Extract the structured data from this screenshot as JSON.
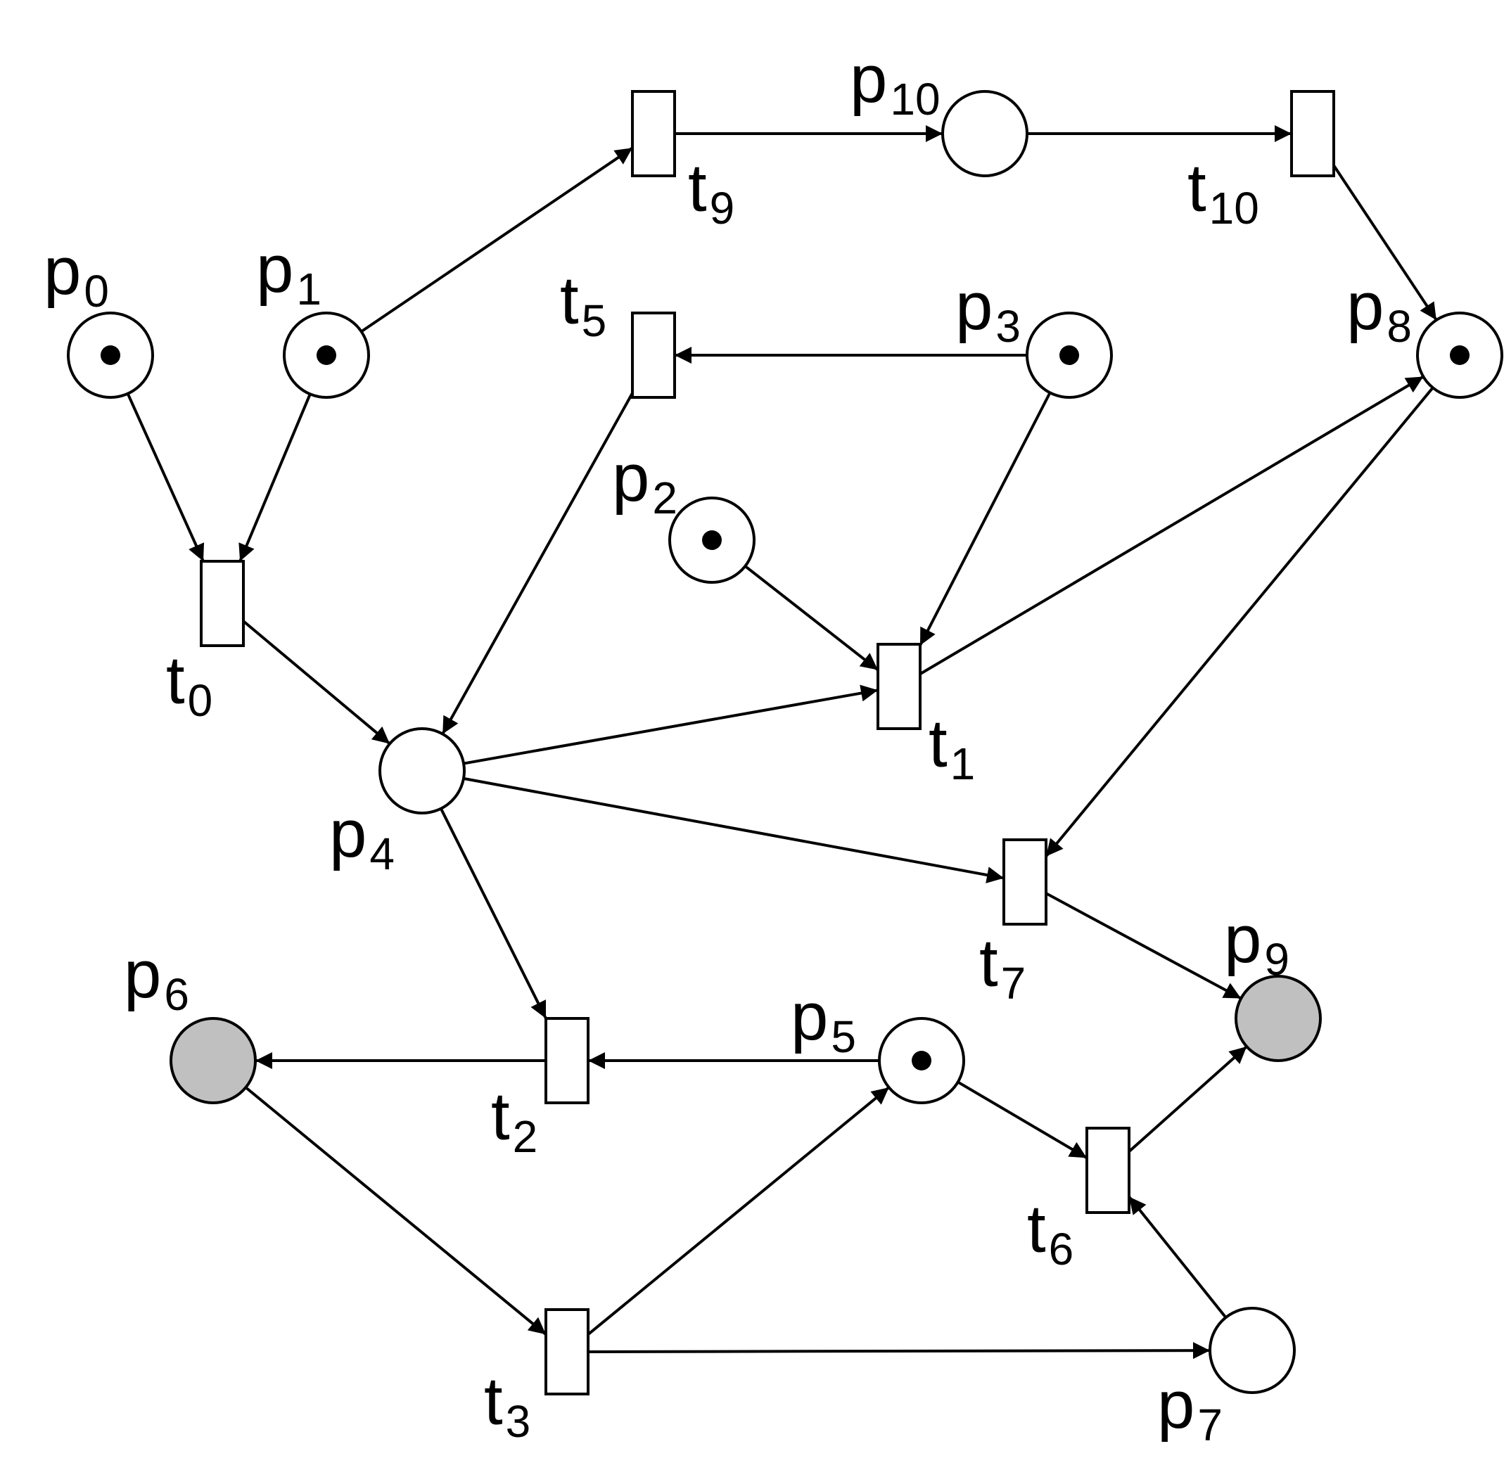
{
  "colors": {
    "stroke": "#000000",
    "place_fill": "#ffffff",
    "highlight_fill": "#c0c0c0",
    "token": "#000000"
  },
  "places": [
    {
      "id": "p0",
      "name": "p",
      "sub": "0",
      "token": true,
      "highlight": false
    },
    {
      "id": "p1",
      "name": "p",
      "sub": "1",
      "token": true,
      "highlight": false
    },
    {
      "id": "p2",
      "name": "p",
      "sub": "2",
      "token": true,
      "highlight": false
    },
    {
      "id": "p3",
      "name": "p",
      "sub": "3",
      "token": true,
      "highlight": false
    },
    {
      "id": "p4",
      "name": "p",
      "sub": "4",
      "token": false,
      "highlight": false
    },
    {
      "id": "p5",
      "name": "p",
      "sub": "5",
      "token": true,
      "highlight": false
    },
    {
      "id": "p6",
      "name": "p",
      "sub": "6",
      "token": false,
      "highlight": true
    },
    {
      "id": "p7",
      "name": "p",
      "sub": "7",
      "token": false,
      "highlight": false
    },
    {
      "id": "p8",
      "name": "p",
      "sub": "8",
      "token": true,
      "highlight": false
    },
    {
      "id": "p9",
      "name": "p",
      "sub": "9",
      "token": false,
      "highlight": true
    },
    {
      "id": "p10",
      "name": "p",
      "sub": "10",
      "token": false,
      "highlight": false
    }
  ],
  "transitions": [
    {
      "id": "t0",
      "name": "t",
      "sub": "0"
    },
    {
      "id": "t1",
      "name": "t",
      "sub": "1"
    },
    {
      "id": "t2",
      "name": "t",
      "sub": "2"
    },
    {
      "id": "t3",
      "name": "t",
      "sub": "3"
    },
    {
      "id": "t5",
      "name": "t",
      "sub": "5"
    },
    {
      "id": "t6",
      "name": "t",
      "sub": "6"
    },
    {
      "id": "t7",
      "name": "t",
      "sub": "7"
    },
    {
      "id": "t9",
      "name": "t",
      "sub": "9"
    },
    {
      "id": "t10",
      "name": "t",
      "sub": "10"
    }
  ],
  "arcs": [
    {
      "from": "p0",
      "to": "t0"
    },
    {
      "from": "p1",
      "to": "t0"
    },
    {
      "from": "p1",
      "to": "t9"
    },
    {
      "from": "t9",
      "to": "p10"
    },
    {
      "from": "p10",
      "to": "t10"
    },
    {
      "from": "t10",
      "to": "p8"
    },
    {
      "from": "p3",
      "to": "t5"
    },
    {
      "from": "t5",
      "to": "p4"
    },
    {
      "from": "p3",
      "to": "t1"
    },
    {
      "from": "p2",
      "to": "t1"
    },
    {
      "from": "t0",
      "to": "p4"
    },
    {
      "from": "p4",
      "to": "t1"
    },
    {
      "from": "t1",
      "to": "p8"
    },
    {
      "from": "p8",
      "to": "t7"
    },
    {
      "from": "p4",
      "to": "t7"
    },
    {
      "from": "p4",
      "to": "t2"
    },
    {
      "from": "t7",
      "to": "p9"
    },
    {
      "from": "p5",
      "to": "t2"
    },
    {
      "from": "t2",
      "to": "p6"
    },
    {
      "from": "p6",
      "to": "t3"
    },
    {
      "from": "t3",
      "to": "p5"
    },
    {
      "from": "t3",
      "to": "p7"
    },
    {
      "from": "p5",
      "to": "t6"
    },
    {
      "from": "t6",
      "to": "p9"
    },
    {
      "from": "p7",
      "to": "t6"
    }
  ]
}
